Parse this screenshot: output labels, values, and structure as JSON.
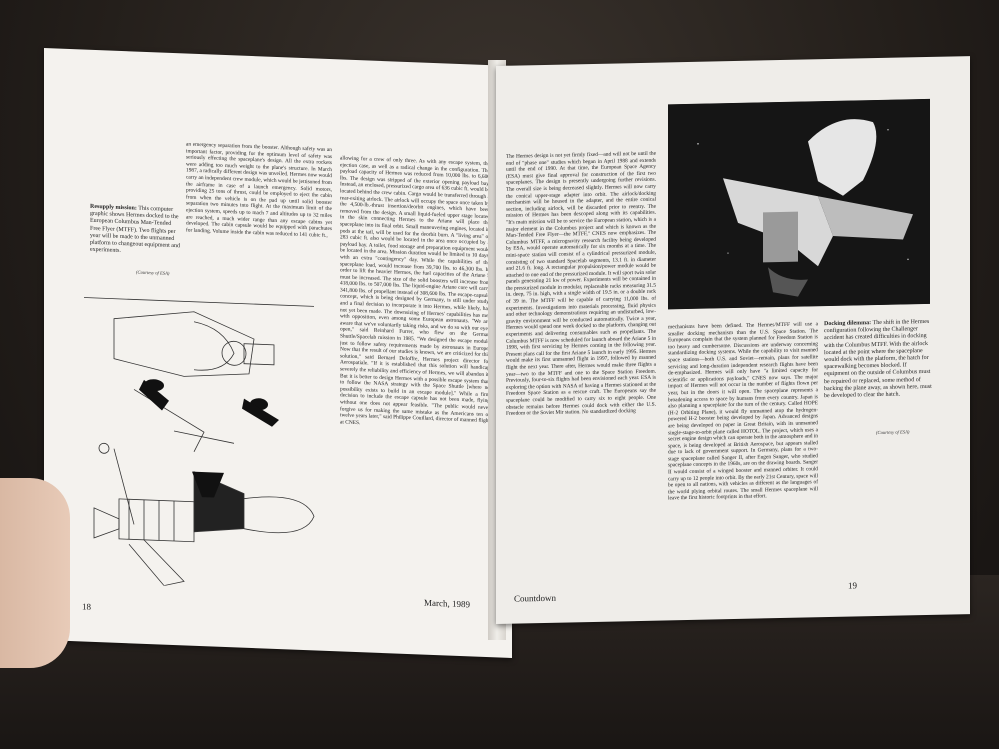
{
  "left_page": {
    "caption_title": "Resupply mission:",
    "caption_text": "This computer graphic shows Hermes docked to the European Columbus Man-Tended Free Flyer (MTFF). Two flights per year will be made to the unmanned platform to changeout equipment and experiments.",
    "caption_credit": "(Courtesy of ESA)",
    "col1": "an emergency separation from the booster. Although safety was an important factor, providing for the optimum level of safety was seriously effecting the spaceplane's design. All the extra rockets were adding too much weight to the plane's structure. In March 1987, a radically different design was unveiled. Hermes now would carry an independent crew module, which would be jettisoned from the airframe in case of a launch emergency. Solid motors, providing 25 tons of thrust, could be employed to eject the cabin from when the vehicle is on the pad up until solid booster separation two minutes into flight. At the maximum limit of the ejection system, speeds up to mach 7 and altitudes up to 32 miles are reached, a much wider range than any escape cabins yet developed. The cabin capsule would be equipped with parachutes for landing. Volume inside the cabin was reduced to 141 cubic ft.,",
    "col2": "allowing for a crew of only three. As with any escape system, the ejection case, as well as a radical change in the configuration. The payload capacity of Hermes was reduced from 10,000 lbs. to 6,600 lbs. The design was stripped of the exterior opening payload bay. Instead, an enclosed, pressurized cargo area of 636 cubic ft. would be located behind the crew cabin. Cargo would be transferred through a rear-exiting airlock. The airlock will occupy the space once taken by the 4,500-lb.-thrust insertion/deorbit engines, which have been removed from the design. A small liquid-fueled upper stage located in the skin connecting Hermes to the Ariane will place the spaceplane into its final orbit. Small maneuvering engines, located in pods at the tail, will be used for the deorbit burn. A \"living area\" of 283 cubic ft. also would be located in the area once occupied by a payload bay. A toilet, food storage and preparation equipment would be located in the area. Mission duration would be limited to 10 days, with an extra \"contingency\" day. While the capabilities of the spaceplane load, would increase from 39,700 lbs. to 46,300 lbs. In order to lift the heavier Hermes, the fuel capacities of the Ariane 5 must be increased. The size of the solid boosters will increase from 418,000 lbs. to 507,000 lbs. The liquid-engine Ariane core will carry 341,800 lbs. of propellant instead of 308,600 lbs. The escape-capsule concept, which is being designed by Germany, is still under study, and a final decision to incorporate it into Hermes, while likely, has not yet been made. The downsizing of Hermes' capabilities has met with opposition, even among some European astronauts. \"We are aware that we've voluntarily taking risks, and we do so with our eyes open,\" said Reinhard Furrer, who flew on the German Shuttle/Spacelab mission in 1985. \"We designed the escape module just to follow safety requirements made by astronauts in Europe. Now that the result of our studies is known, we are criticized for this solution,\" said Bernard Deloffre, Hermes project director for Aerospatiale. \"If it is established that this solution will handicap severely the reliability and efficiency of Hermes, we will abandon it. But it is better to design Hermes with a possible escape system than to follow the NASA strategy with the Space Shuttle [where no possibility exists to build in an escape module].\" While a firm decision to include the escape capsule has not been made, flying without one does not appear feasible. \"The public would never forgive us for making the same mistake as the Americans ten or twelve years later,\" said Philippe Couillard, director of manned flight at CNES.",
    "folio_number": "18",
    "folio_date": "March, 1989"
  },
  "right_page": {
    "col1": "The Hermes design is not yet firmly fixed—and will not be until the end of \"phase one\" studies which began in April 1988 and extends until the end of 1990. At that time, the European Space Agency (ESA) must give final approval for construction of the first two spaceplanes. The design is presently undergoing further revisions. The overall size is being decreased slightly. Hermes will now carry the conical upper-stage adapter into orbit. The airlock/docking mechanism will be housed in the adapter, and the entire conical section, including airlock, will be discarded prior to reentry. The mission of Hermes has been descoped along with its capabilities. \"It's main mission will be to service the European station, which is a major element in the Columbus project and which is known as the Man-Tended Free Flyer—the MTFF,\" CNES now emphasizes. The Columbus MTFF, a microgravity research facility being developed by ESA, would operate automatically for six months at a time. The mini-space station will consist of a cylindrical pressurized module, consisting of two standard Spacelab segments, 13.1 ft. in diameter and 21.6 ft. long. A rectangular propulsion/power module would be attached to one end of the pressurized module. It will sport twin solar panels generating 21 kw of power. Experiments will be contained in the pressurized module in modular, replaceable racks measuring 31.5 in. deep, 75 in. high, with a single width of 19.5 in. or a double rack of 39 in. The MTFF will be capable of carrying 11,000 lbs. of experiments. Investigations into materials processing, fluid physics and other technology demonstrations requiring an undisturbed, low-gravity environment will be conducted automatically. Twice a year, Hermes would spend one week docked to the platform, changing out experiments and delivering consumables such as propellants. The Columbus MTFF is now scheduled for launch aboard the Ariane 5 in 1998, with first servicing by Hermes coming in the following year. Present plans call for the first Ariane 5 launch in early 1995. Hermes would make its first unmanned flight in 1997, followed by manned flight the next year. There after, Hermes would make three flights a year—two to the MTFF and one to the Space Station Freedom. Previously, four-to-six flights had been envisioned each year. ESA is exploring the option with NASA of having a Hermes stationed at the Freedom Space Station as a rescue craft. The Europeans say the spaceplane could be modified to carry six to eight people. One obstacle remains before Hermes could dock with either the U.S. Freedom or the Soviet Mir station. No standardized docking",
    "col2": "mechanisms have been defined. The Hermes/MTFF will use a smaller docking mechanism than the U.S. Space Station. The Europeans complain that the system planned for Freedom Station is too heavy and cumbersome. Discussions are underway concerning standardizing docking systems. While the capability to visit manned space stations—both U.S. and Soviet—remain, plans for satellite servicing and long-duration independent research flights have been de-emphasized. Hermes will only have \"a limited capacity for scientific or applications payloads,\" CNES now says. The major impact of Hermes will not occur in the number of flights flown per year, but in the doors it will open. The spaceplane represents a broadening access to space by humans from every country. Japan is also planning a spaceplane for the turn of the century. Called HOPE (H-2 Orbiting Plane), it would fly unmanned atop the hydrogen-powered H-2 booster being developed by Japan. Advanced designs are being developed on paper in Great Britain, with its unmanned single-stage-to-orbit plane called HOTOL. The project, which uses a secret engine design which can operate both in the atmosphere and in space, is being developed at British Aerospace, but appears stalled due to lack of government support. In Germany, plans for a two-stage spaceplane called Sanger II, after Eugen Sanger, who studied spaceplane concepts in the 1960s, are on the drawing boards. Sanger II would consist of a winged booster and manned orbiter. It could carry up to 12 people into orbit. By the early 21st Century, space will be open to all nations, with vehicles as different as the languages of the world plying orbital routes. The small Hermes spaceplane will leave the first historic footprints in that effort.",
    "caption_title": "Docking dilemma:",
    "caption_text": "The shift in the Hermes configuration following the Challenger accident has created difficulties in docking with the Columbus MTFF. With the airlock located at the point where the spaceplane would dock with the platform, the hatch for spacewalking becomes blocked. If equipment on the outside of Columbus must be repaired or replaced, some method of backing the plane away, as shown here, must be developed to clear the hatch.",
    "caption_credit": "(Courtesy of ESA)",
    "folio_label": "Countdown",
    "folio_number": "19"
  },
  "colors": {
    "paper": "#f4f2ee",
    "ink": "#222222",
    "background": "#231e1a"
  }
}
